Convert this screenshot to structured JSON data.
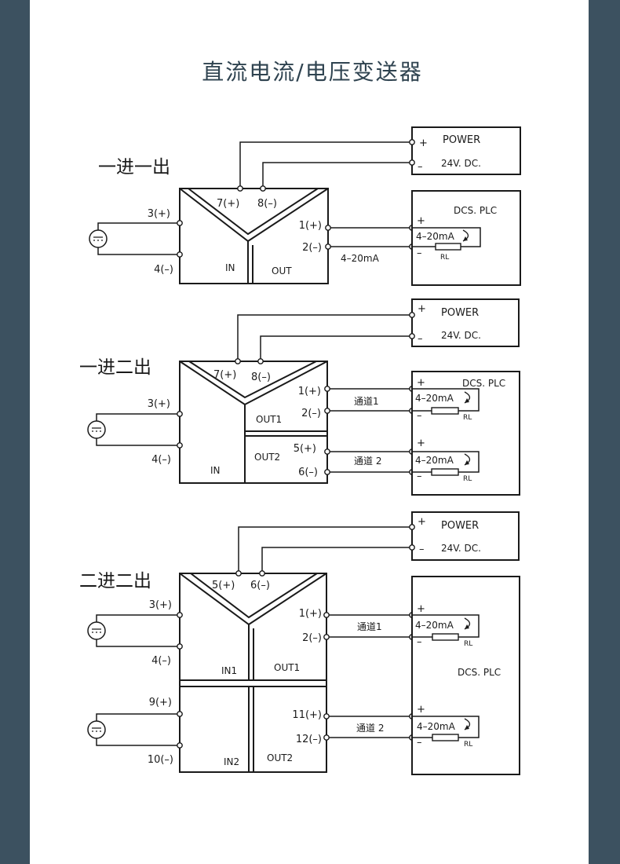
{
  "title": "直流电流/电压变送器",
  "diagrams": [
    {
      "heading": "一进一出",
      "power": {
        "plus": "+",
        "minus": "–",
        "label": "POWER",
        "voltage": "24V. DC."
      },
      "supply_terminals": [
        "7(+)",
        "8(–)"
      ],
      "inputs": [
        {
          "plus": "3(+)",
          "minus": "4(–)",
          "label": "IN"
        }
      ],
      "outputs": [
        {
          "plus": "1(+)",
          "minus": "2(–)",
          "label": "OUT",
          "line_label": "4–20mA",
          "plus_sign": "+",
          "minus_sign": "–",
          "loop": "4–20mA",
          "rl": "RL"
        }
      ],
      "dcs_label": "DCS. PLC"
    },
    {
      "heading": "一进二出",
      "power": {
        "plus": "+",
        "minus": "–",
        "label": "POWER",
        "voltage": "24V. DC."
      },
      "supply_terminals": [
        "7(+)",
        "8(–)"
      ],
      "inputs": [
        {
          "plus": "3(+)",
          "minus": "4(–)",
          "label": "IN"
        }
      ],
      "outputs": [
        {
          "plus": "1(+)",
          "minus": "2(–)",
          "label": "OUT1",
          "line_label": "通道1",
          "plus_sign": "+",
          "minus_sign": "–",
          "loop": "4–20mA",
          "rl": "RL"
        },
        {
          "plus": "5(+)",
          "minus": "6(–)",
          "label": "OUT2",
          "line_label": "通道 2",
          "plus_sign": "+",
          "minus_sign": "–",
          "loop": "4–20mA",
          "rl": "RL"
        }
      ],
      "dcs_label": "DCS. PLC"
    },
    {
      "heading": "二进二出",
      "power": {
        "plus": "+",
        "minus": "–",
        "label": "POWER",
        "voltage": "24V. DC."
      },
      "supply_terminals": [
        "5(+)",
        "6(–)"
      ],
      "inputs": [
        {
          "plus": "3(+)",
          "minus": "4(–)",
          "label": "IN1"
        },
        {
          "plus": "9(+)",
          "minus": "10(–)",
          "label": "IN2"
        }
      ],
      "outputs": [
        {
          "plus": "1(+)",
          "minus": "2(–)",
          "label": "OUT1",
          "line_label": "通道1",
          "plus_sign": "+",
          "minus_sign": "–",
          "loop": "4–20mA",
          "rl": "RL"
        },
        {
          "plus": "11(+)",
          "minus": "12(–)",
          "label": "OUT2",
          "line_label": "通道 2",
          "plus_sign": "+",
          "minus_sign": "–",
          "loop": "4–20mA",
          "rl": "RL"
        }
      ],
      "dcs_label": "DCS. PLC"
    }
  ]
}
